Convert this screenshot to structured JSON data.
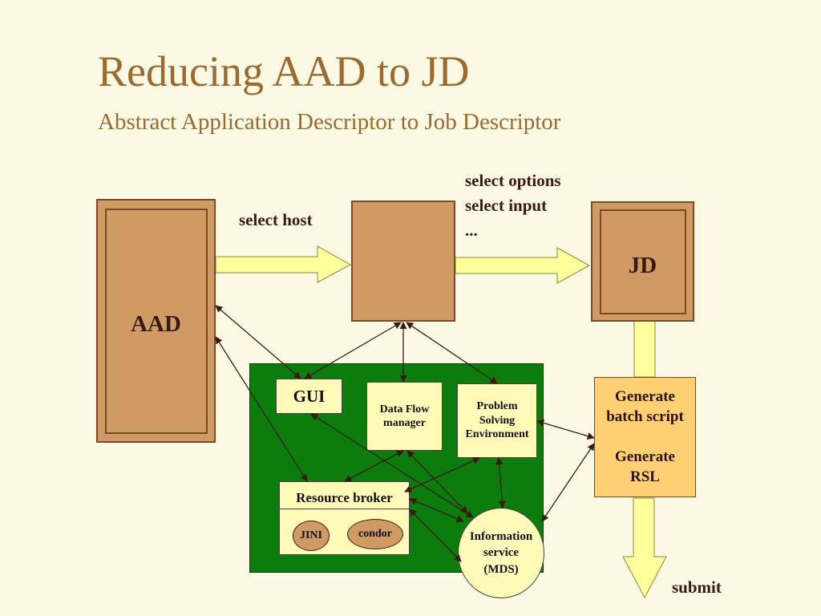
{
  "title": "Reducing AAD to JD",
  "subtitle": "Abstract Application Descriptor to Job Descriptor",
  "labels": {
    "select_host": "select host",
    "select_options": "select options",
    "select_input": "select input",
    "ellipsis": "...",
    "submit": "submit"
  },
  "boxes": {
    "aad": "AAD",
    "jd": "JD",
    "gui": "GUI",
    "data_flow_line1": "Data Flow",
    "data_flow_line2": "manager",
    "pse_line1": "Problem",
    "pse_line2": "Solving",
    "pse_line3": "Environment",
    "resource_broker": "Resource broker",
    "jini": "JINI",
    "condor": "condor",
    "info_line1": "Information",
    "info_line2": "service",
    "info_line3": "(MDS)",
    "gen_line1": "Generate",
    "gen_line2": "batch script",
    "gen_line3": "Generate",
    "gen_line4": "RSL"
  },
  "colors": {
    "background": "#fbf9e3",
    "title": "#9b6a2e",
    "tan_box": "#d09a64",
    "green_panel": "#0c7d0c",
    "yellow_box": "#fffab8",
    "generate_box": "#ffcf73",
    "arrow_fill": "#ffff9c"
  }
}
